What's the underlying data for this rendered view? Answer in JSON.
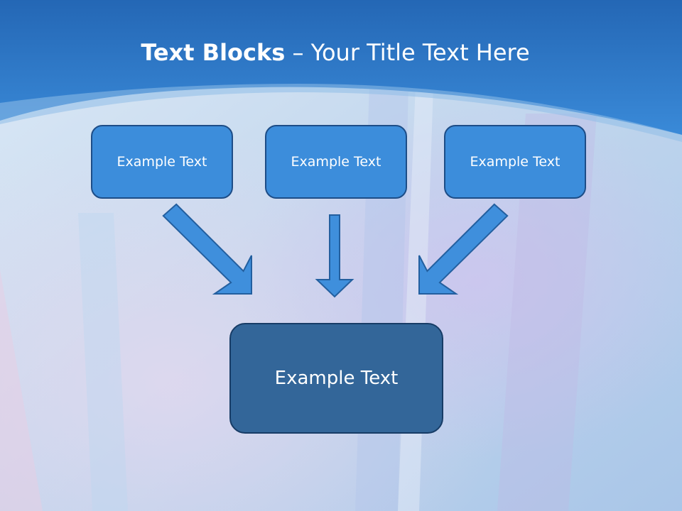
{
  "title": {
    "bold": "Text Blocks",
    "dash": " – ",
    "rest": "Your Title Text Here"
  },
  "blocks": {
    "top_left": "Example Text",
    "top_middle": "Example Text",
    "top_right": "Example Text",
    "bottom": "Example Text"
  },
  "colors": {
    "header_blue": "#2f7fce",
    "box_fill": "#3c8ddb",
    "box_border": "#1d4d87",
    "bottom_box_fill": "#336699",
    "arrow_fill": "#3f8fdc",
    "arrow_stroke": "#235f9f"
  }
}
